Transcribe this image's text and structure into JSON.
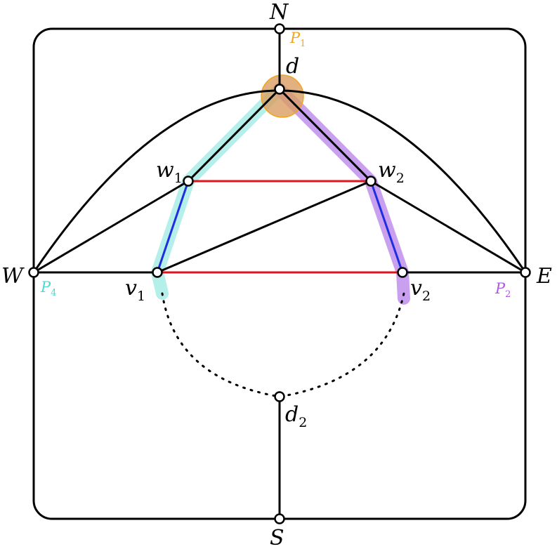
{
  "colors": {
    "stroke": "#000000",
    "red_edge": "#e0141e",
    "blue_edge": "#1e2ee0",
    "P1": "#f2a51e",
    "P2": "#b15ae0",
    "P4": "#4dd9cf",
    "P1_fill": "#d99d61",
    "P2_fill": "#c9a0ef",
    "P4_fill": "#b5efe9"
  },
  "labels": {
    "N": "N",
    "S": "S",
    "W": "W",
    "E": "E",
    "d": "d",
    "d2_base": "d",
    "d2_sub": "2",
    "w1_base": "w",
    "w1_sub": "1",
    "w2_base": "w",
    "w2_sub": "2",
    "v1_base": "v",
    "v1_sub": "1",
    "v2_base": "v",
    "v2_sub": "2"
  },
  "paths": {
    "P1": {
      "base": "P",
      "sub": "1"
    },
    "P2": {
      "base": "P",
      "sub": "2"
    },
    "P4": {
      "base": "P",
      "sub": "4"
    }
  }
}
